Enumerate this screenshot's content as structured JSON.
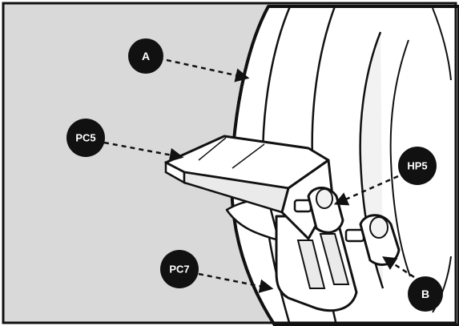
{
  "diagram": {
    "callouts": [
      {
        "id": "A",
        "label": "A"
      },
      {
        "id": "PC5",
        "label": "PC5"
      },
      {
        "id": "HP5",
        "label": "HP5"
      },
      {
        "id": "PC7",
        "label": "PC7"
      },
      {
        "id": "B",
        "label": "B"
      }
    ],
    "colors": {
      "background": "#d9d9d9",
      "line": "#111111",
      "part_fill": "#ffffff",
      "shade": "#eaeaea",
      "callout_fill": "#111111",
      "callout_text": "#ffffff"
    }
  }
}
